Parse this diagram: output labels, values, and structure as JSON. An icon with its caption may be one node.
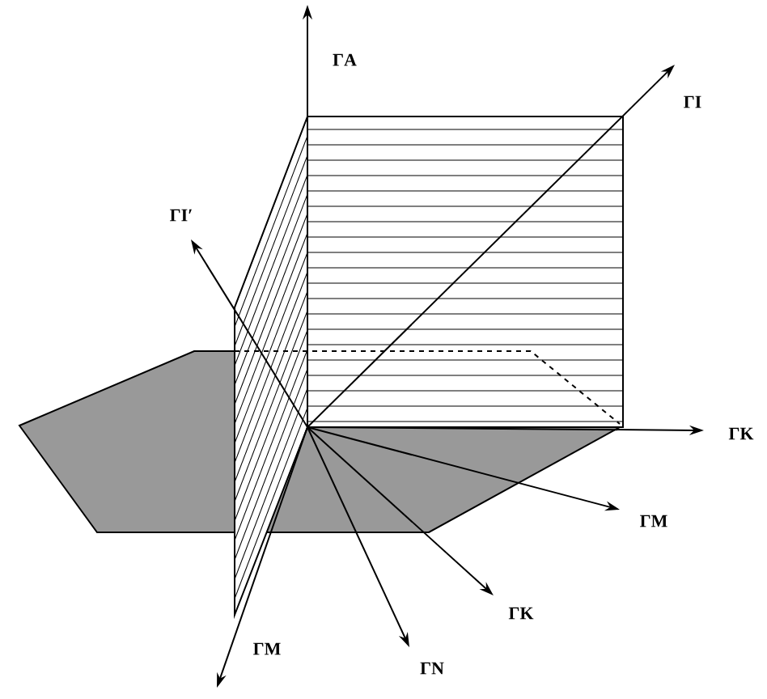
{
  "diagram": {
    "labels": [
      "ΓA",
      "ΓI",
      "ΓI′",
      "ΓK",
      "ΓM",
      "ΓK",
      "ΓN",
      "ΓM"
    ]
  }
}
